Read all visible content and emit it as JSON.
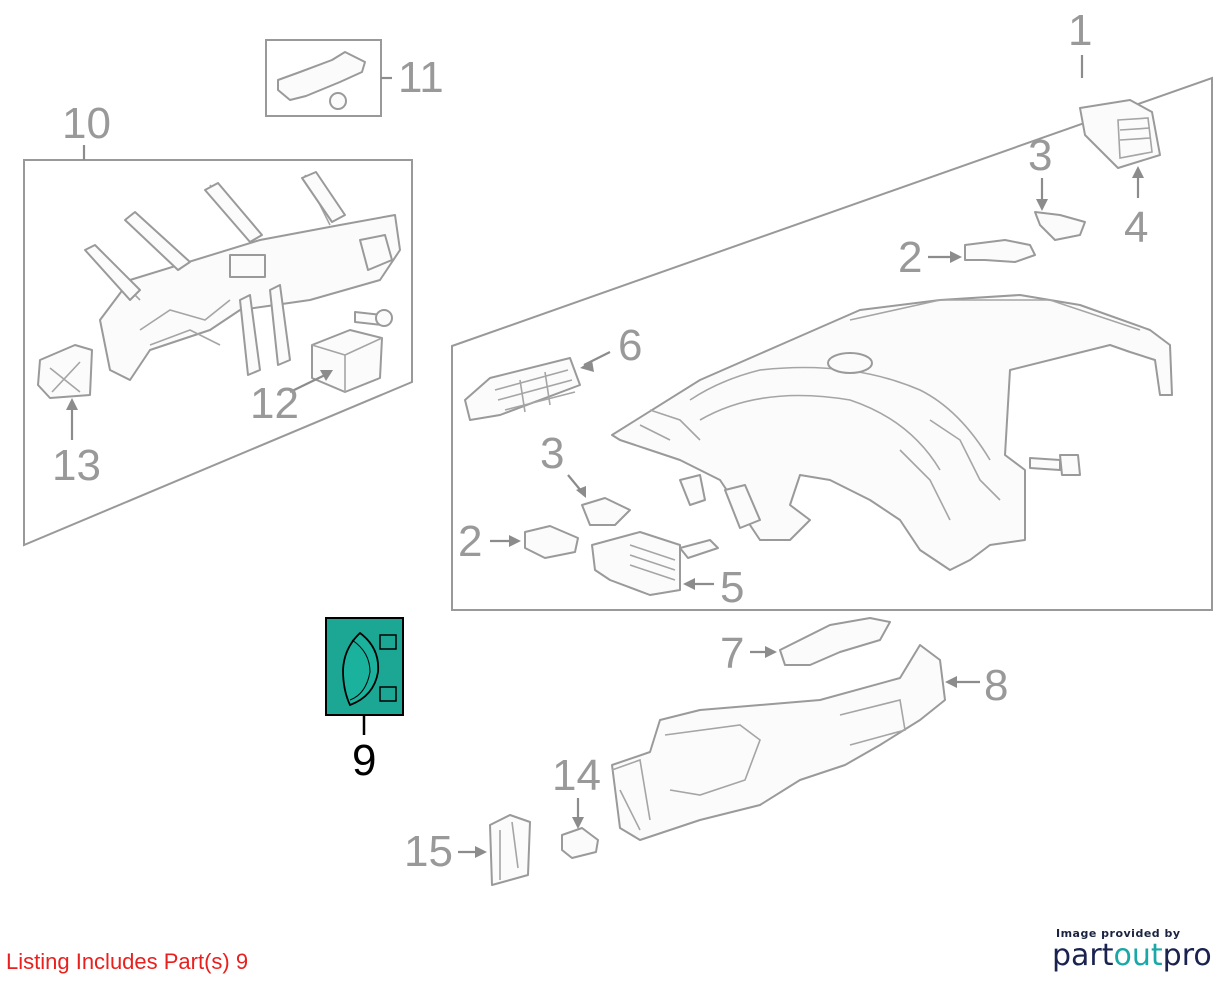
{
  "diagram": {
    "callouts": {
      "c1": "1",
      "c2a": "2",
      "c2b": "2",
      "c3a": "3",
      "c3b": "3",
      "c4": "4",
      "c5": "5",
      "c6": "6",
      "c7": "7",
      "c8": "8",
      "c9": "9",
      "c10": "10",
      "c11": "11",
      "c12": "12",
      "c13": "13",
      "c14": "14",
      "c15": "15"
    },
    "highlighted_part": "9",
    "highlight_color": "#1ba793"
  },
  "footer": {
    "listing_note": "Listing Includes Part(s) 9",
    "listing_note_color": "#e8201e"
  },
  "credit": {
    "small_text": "Image provided by",
    "brand_part1": "part",
    "brand_part2": "out",
    "brand_part3": "pro"
  }
}
